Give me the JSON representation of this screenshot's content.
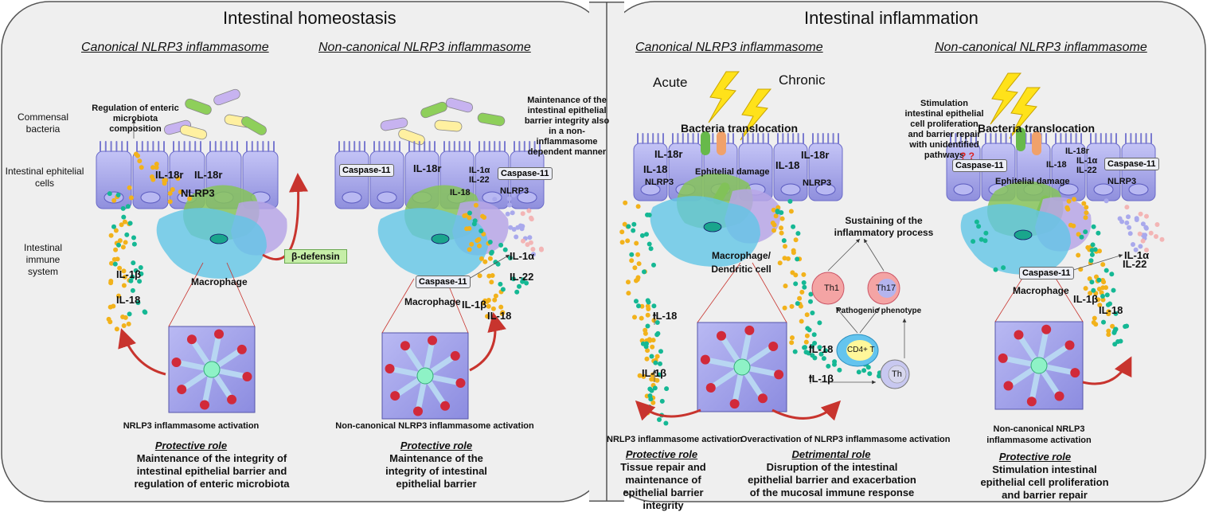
{
  "titles": {
    "left": "Intestinal homeostasis",
    "right": "Intestinal inflammation"
  },
  "subtitles": {
    "left_canonical": "Canonical NLRP3 inflammasome",
    "left_noncanonical": "Non-canonical NLRP3 inflammasome",
    "right_canonical": "Canonical NLRP3 inflammasome",
    "right_noncanonical": "Non-canonical NLRP3 inflammasome"
  },
  "row_labels": {
    "bacteria": "Commensal bacteria",
    "epithelial": "Intestinal ephitelial cells",
    "immune": "Intestinal immune system"
  },
  "panel1": {
    "regulation": "Regulation of enteric microbiota composition",
    "il18r_a": "IL-18r",
    "il18r_b": "IL-18r",
    "nlrp3": "NLRP3",
    "beta_defensin": "β-defensin",
    "il1b": "IL-1β",
    "il18": "IL-18",
    "macrophage": "Macrophage",
    "activation": "NRLP3 inflammasome activation",
    "role": "Protective role",
    "desc": "Maintenance of the integrity of intestinal epithelial barrier and regulation of enteric microbiota"
  },
  "panel2": {
    "maintenance": "Maintenance of the intestinal epithelial barrier integrity also in a non-inflammasome dependent manner",
    "caspase_a": "Caspase-11",
    "il18r": "IL-18r",
    "il1a_cell": "IL-1α",
    "il22_cell": "IL-22",
    "il18_cell": "IL-18",
    "caspase_b": "Caspase-11",
    "nlrp3": "NLRP3",
    "il1a": "IL-1α",
    "il22": "IL-22",
    "caspase_mac": "Caspase-11",
    "macrophage": "Macrophage",
    "il1b": "IL-1β",
    "il18": "IL-18",
    "activation": "Non-canonical NLRP3 inflammasome activation",
    "role": "Protective role",
    "desc": "Maintenance of the integrity of intestinal epithelial barrier"
  },
  "panel3": {
    "acute": "Acute",
    "chronic": "Chronic",
    "translocation": "Bacteria translocation",
    "il18r_left": "IL-18r",
    "il18_left": "IL-18",
    "nlrp3_left": "NLRP3",
    "damage": "Ephitelial damage",
    "il18_right": "IL-18",
    "il18r_right": "IL-18r",
    "nlrp3_right": "NLRP3",
    "macrophage": "Macrophage/ Dendritic cell",
    "il18": "IL-18",
    "il1b": "IL-1β",
    "sustaining": "Sustaining of the inflammatory process",
    "th1": "Th1",
    "th17": "Th17",
    "pathogenic": "Pathogenic phenotype",
    "cd4": "CD4+ T",
    "th": "Th",
    "il18_t": "IL-18",
    "il1b_t": "IL-1β",
    "activation_left": "NRLP3 inflammasome activation",
    "activation_right": "Overactivation of NLRP3 inflammasome activation",
    "role_protective": "Protective role",
    "desc_protective": "Tissue repair and maintenance of epithelial barrier integrity",
    "role_detrimental": "Detrimental role",
    "desc_detrimental": "Disruption of the intestinal epithelial barrier and exacerbation of the mucosal immune response"
  },
  "panel4": {
    "stimulation": "Stimulation intestinal epithelial cell proliferation and barrier repair with unidentified pathways",
    "translocation": "Bacteria translocation",
    "question": "? ?",
    "caspase_a": "Caspase-11",
    "il18r": "IL-18r",
    "il18": "IL-18",
    "il1a_cell": "IL-1α",
    "il22_cell": "IL-22",
    "caspase_b": "Caspase-11",
    "damage": "Ephitelial damage",
    "nlrp3": "NLRP3",
    "il1a": "IL-1α",
    "il22": "IL-22",
    "caspase_mac": "Caspase-11",
    "macrophage": "Macrophage",
    "il1b": "IL-1β",
    "il18b": "IL-18",
    "activation": "Non-canonical NRLP3 inflammasome activation",
    "role": "Protective role",
    "desc": "Stimulation intestinal epithelial cell proliferation and barrier repair"
  },
  "colors": {
    "background": "#efefef",
    "epithelium": "#a9a9ec",
    "il18_dot": "#f2b21b",
    "il1b_dot": "#15b894",
    "macrophage": "#61c5e6",
    "dendritic": "#86c35a",
    "arrow_red": "#c8342e",
    "lightning": "#ffe21a"
  }
}
